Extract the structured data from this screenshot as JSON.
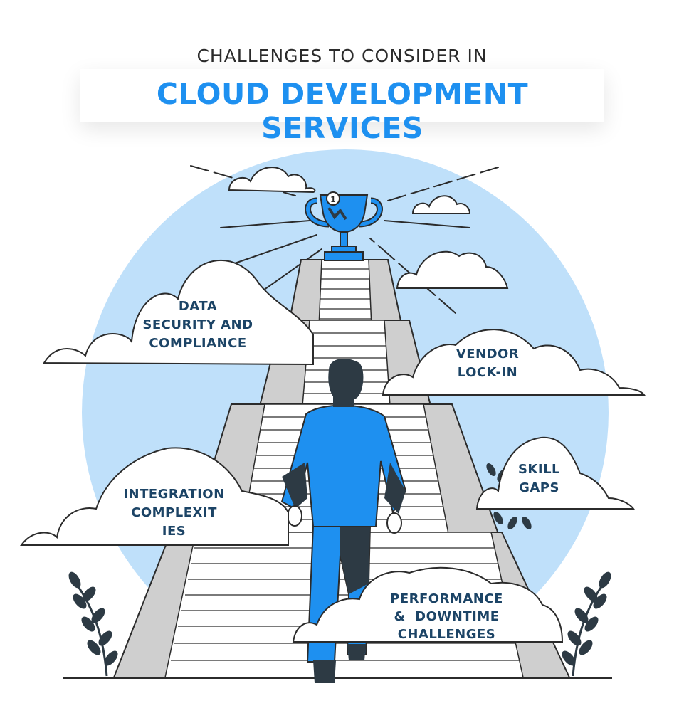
{
  "header": {
    "subtitle": "CHALLENGES TO CONSIDER IN",
    "title": "CLOUD DEVELOPMENT SERVICES"
  },
  "trophy": {
    "rank": "1"
  },
  "challenges": [
    {
      "lines": [
        "DATA",
        "SECURITY AND",
        "COMPLIANCE"
      ]
    },
    {
      "lines": [
        "VENDOR",
        "LOCK-IN"
      ]
    },
    {
      "lines": [
        "SKILL",
        "GAPS"
      ]
    },
    {
      "lines": [
        "INTEGRATION",
        "COMPLEXIT",
        "IES"
      ]
    },
    {
      "lines": [
        "PERFORMANCE",
        "&  DOWNTIME",
        "CHALLENGES"
      ]
    }
  ],
  "colors": {
    "accent": "#1e90f0",
    "circle": "#bfe0fa",
    "label_text": "#1c4466",
    "stairs_side": "#cfcfcf",
    "stairs_step": "#ffffff",
    "outline": "#2b2b2b",
    "dark": "#2d3a44"
  }
}
